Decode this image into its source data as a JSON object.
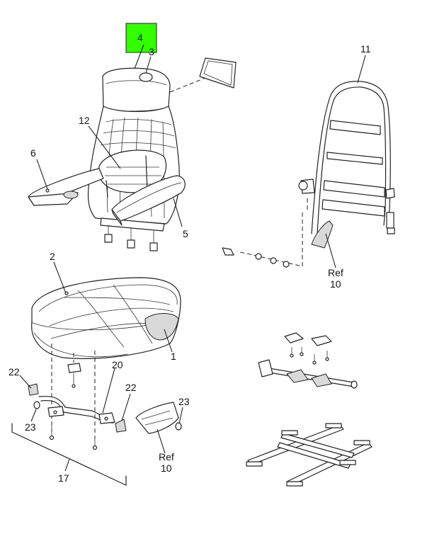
{
  "diagram": {
    "highlight_color": "#33ff00",
    "callouts": {
      "c1": "1",
      "c2": "2",
      "c3": "3",
      "c4": "4",
      "c5": "5",
      "c6": "6",
      "c10a_ref": "Ref",
      "c10a": "10",
      "c10b_ref": "Ref",
      "c10b": "10",
      "c11": "11",
      "c12": "12",
      "c17": "17",
      "c20": "20",
      "c22a": "22",
      "c22b": "22",
      "c23a": "23",
      "c23b": "23"
    }
  }
}
